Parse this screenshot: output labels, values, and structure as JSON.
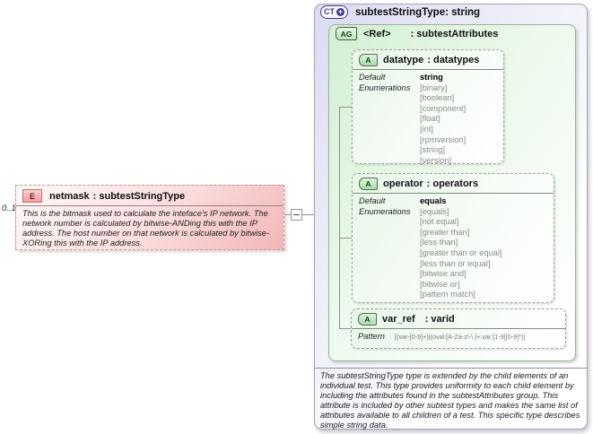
{
  "icons": {
    "collapse_minus": "-",
    "expand_plus": "+"
  },
  "element_box": {
    "cardinality_label": "0..1",
    "badge": "E",
    "name": "netmask",
    "type_label": ": subtestStringType",
    "documentation": "This is the bitmask used to calculate the inteface's IP network.  The network number is calculated by bitwise-ANDing this with the IP address. The host number on that network is calculated by bitwise-XORing this with the IP address."
  },
  "complex_type_panel": {
    "badge": "CT",
    "name": "subtestStringType",
    "type_label": ": string",
    "attribute_group": {
      "badge": "AG",
      "ref_label": "<Ref>",
      "type_label": ": subtestAttributes",
      "attributes": [
        {
          "badge": "A",
          "name": "datatype",
          "type_label": ": datatypes",
          "default_label": "Default",
          "default_value": "string",
          "enumerations_label": "Enumerations",
          "enumerations": [
            "[binary]",
            "[boolean]",
            "[component]",
            "[float]",
            "[int]",
            "[rpmversion]",
            "[string]",
            "[version]"
          ]
        },
        {
          "badge": "A",
          "name": "operator",
          "type_label": ": operators",
          "default_label": "Default",
          "default_value": "equals",
          "enumerations_label": "Enumerations",
          "enumerations": [
            "[equals]",
            "[not equal]",
            "[greater than]",
            "[less than]",
            "[greater than or equal]",
            "[less than or equal]",
            "[bitwise and]",
            "[bitwise or]",
            "[pattern match]"
          ]
        },
        {
          "badge": "A",
          "name": "var_ref",
          "type_label": ": varid",
          "pattern_label": "Pattern",
          "pattern_value": "[(var-[0-9]+)|(oval:[A-Za-z\\-\\.]+:var:[1-9][0-9]*)]"
        }
      ]
    },
    "documentation": "The subtestStringType type is extended by the child elements of an individual test.  This type provides uniformity to each child element by including the attributes found in the subtestAttributes group.  This attribute is included by other subtest types and makes the same list of attributes available to all children of a test.  This specific type describes simple string data."
  }
}
